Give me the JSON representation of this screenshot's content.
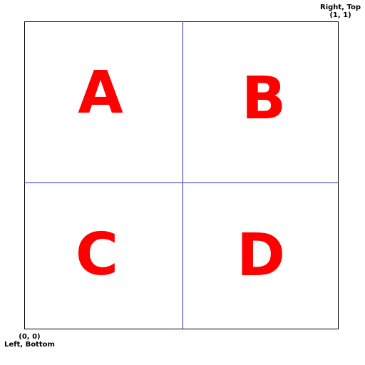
{
  "quadrants": {
    "top_left": "A",
    "top_right": "B",
    "bottom_left": "C",
    "bottom_right": "D"
  },
  "corners": {
    "top_right": {
      "label": "Right, Top",
      "coord": "(1, 1)"
    },
    "bottom_left": {
      "coord": "(0, 0)",
      "label": "Left, Bottom"
    }
  },
  "colors": {
    "letters": "#ff0000",
    "divider": "#1f2fa8",
    "frame": "#000000"
  }
}
